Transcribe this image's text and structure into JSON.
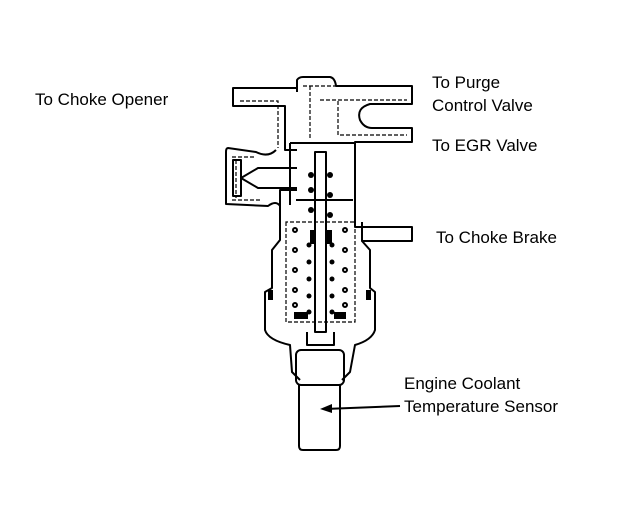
{
  "labels": {
    "choke_opener": "To Choke Opener",
    "purge_line1": "To Purge",
    "purge_line2": "Control Valve",
    "egr": "To EGR Valve",
    "choke_brake": "To Choke Brake",
    "sensor_line1": "Engine Coolant",
    "sensor_line2": "Temperature Sensor"
  }
}
